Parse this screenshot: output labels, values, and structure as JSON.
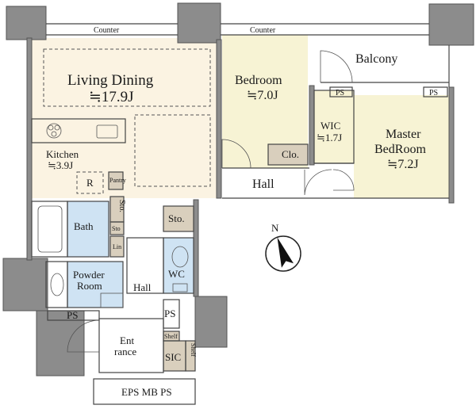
{
  "labels": {
    "counter_left": "Counter",
    "counter_right": "Counter",
    "balcony": "Balcony",
    "living_dining": "Living Dining",
    "living_dining_size": "≒17.9J",
    "bedroom": "Bedroom",
    "bedroom_size": "≒7.0J",
    "wic": "WIC",
    "wic_size": "≒1.7J",
    "ps_wic": "PS",
    "ps_master": "PS",
    "master_line1": "Master",
    "master_line2": "BedRoom",
    "master_size": "≒7.2J",
    "clo": "Clo.",
    "hall_upper": "Hall",
    "kitchen": "Kitchen",
    "kitchen_size": "≒3.9J",
    "refrigerator": "R",
    "pantry": "Pantry",
    "sto_vertical": "Sto.",
    "sto_small": "Sto",
    "lin": "Lin",
    "sto_box": "Sto.",
    "bath": "Bath",
    "wc": "WC",
    "powder_line1": "Powder",
    "powder_line2": "Room",
    "hall_lower": "Hall",
    "ps_left": "PS",
    "ps_middle": "PS",
    "entrance_line1": "Ent",
    "entrance_line2": "rance",
    "shelf_top": "Shelf",
    "sic": "SIC",
    "shelf_side": "Shelf",
    "eps": "EPS MB PS",
    "compass_n": "N"
  },
  "colors": {
    "living_floor": "#fbf3e2",
    "tatami_floor": "#f7f3d4",
    "wet_area": "#cfe3f3",
    "storage": "#d9cfbd",
    "wall": "#8c8c8c"
  }
}
